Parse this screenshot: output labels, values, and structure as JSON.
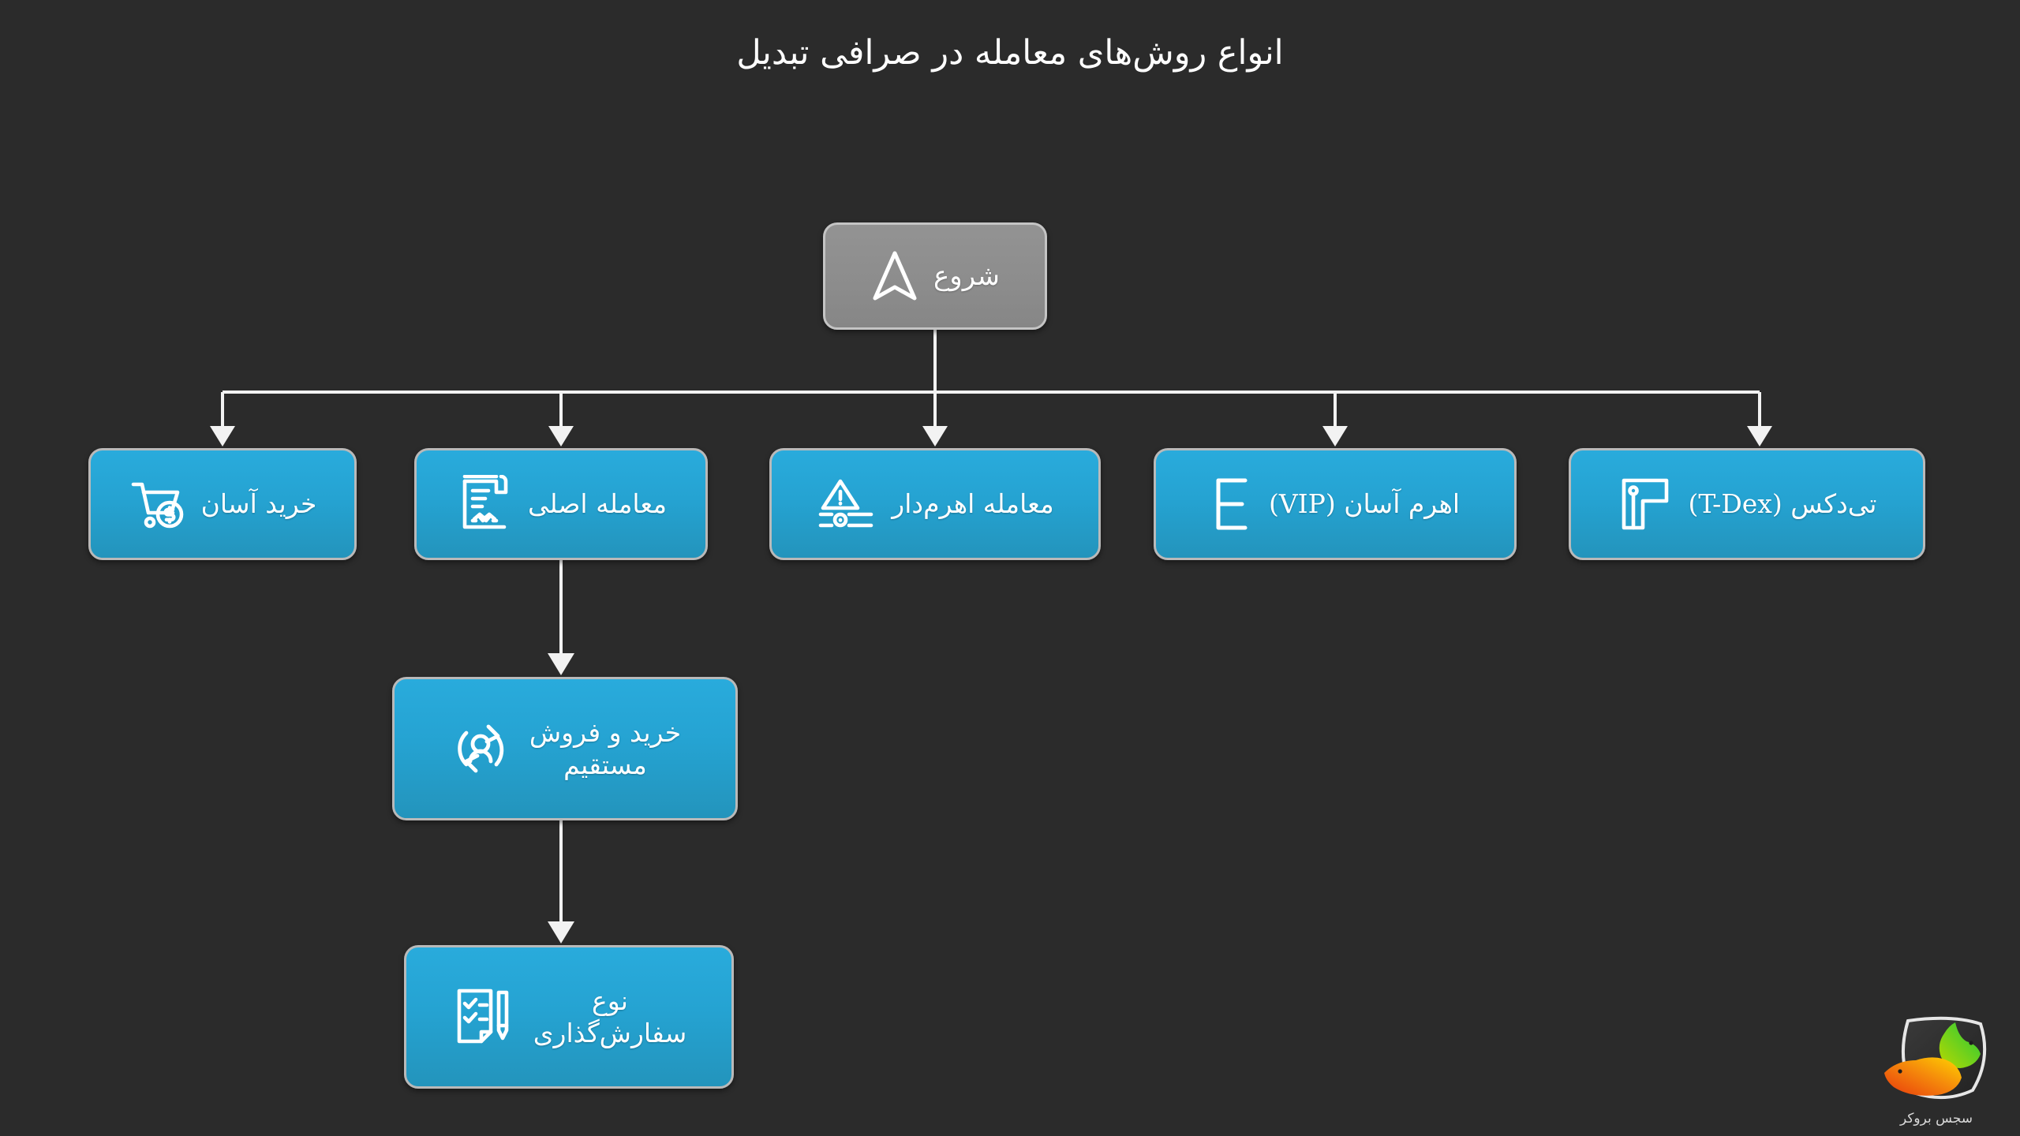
{
  "page": {
    "title": "انواع روش‌های معامله در صرافی تبدیل",
    "background_color": "#2b2b2b",
    "node_color": "#29ABDC",
    "root_color": "#8c8c8c",
    "connector_color": "#f2f2f2",
    "text_color": "#ffffff"
  },
  "diagram": {
    "root": {
      "label": "شروع",
      "icon": "navigation-arrow-icon"
    },
    "children": [
      {
        "label": "خرید آسان",
        "icon": "shopping-cart-dollar-icon"
      },
      {
        "label": "معامله اصلی",
        "icon": "contract-handshake-icon"
      },
      {
        "label": "معامله اهرم‌دار",
        "icon": "warning-leverage-icon"
      },
      {
        "label": "اهرم آسان (VIP)",
        "icon": "letter-e-icon"
      },
      {
        "label": "تی‌دکس (T-Dex)",
        "icon": "layout-panels-icon"
      }
    ],
    "sub_branch": [
      {
        "label": "خرید و فروش\nمستقیم",
        "icon": "user-exchange-icon"
      },
      {
        "label": "نوع\nسفارش‌گذاری",
        "icon": "checklist-pen-icon"
      }
    ]
  },
  "logo": {
    "caption": "سجس بروکر",
    "name": "sajes-broker-logo"
  }
}
